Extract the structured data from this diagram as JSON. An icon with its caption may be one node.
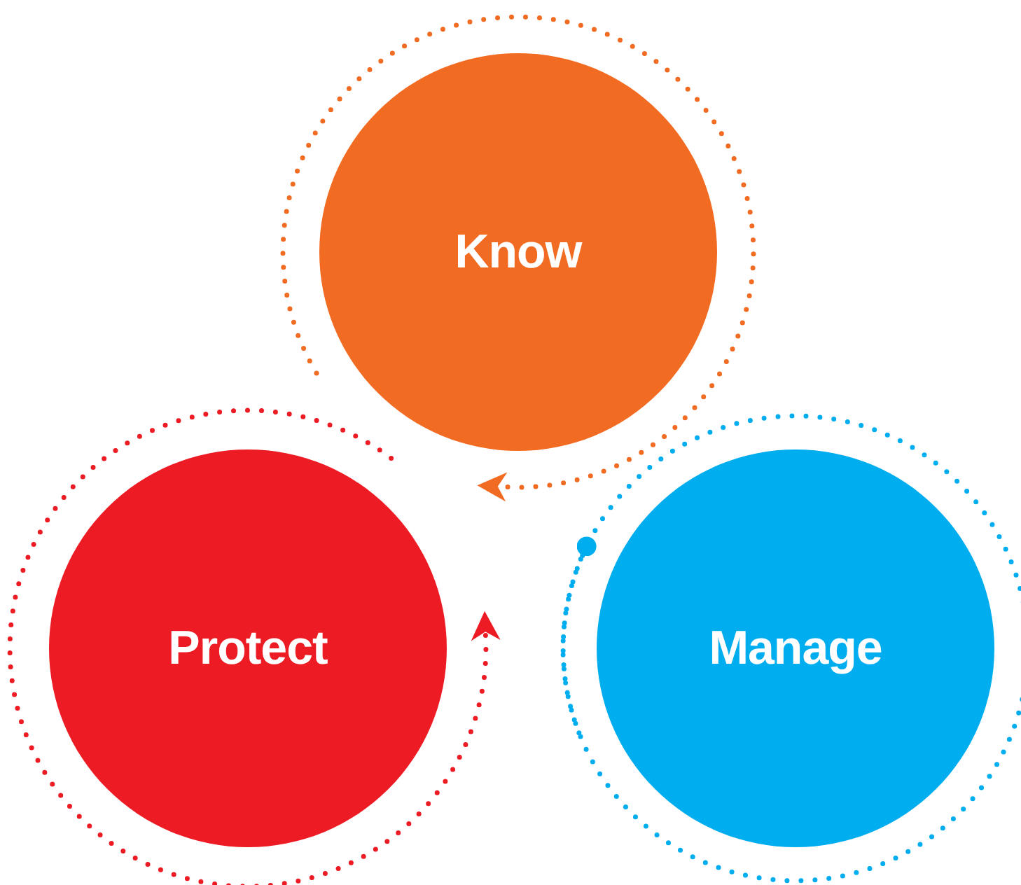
{
  "diagram": {
    "nodes": [
      {
        "text": [
          "Know"
        ]
      },
      {
        "text": [
          "Protect"
        ]
      },
      {
        "text": [
          "Manage"
        ]
      }
    ]
  }
}
